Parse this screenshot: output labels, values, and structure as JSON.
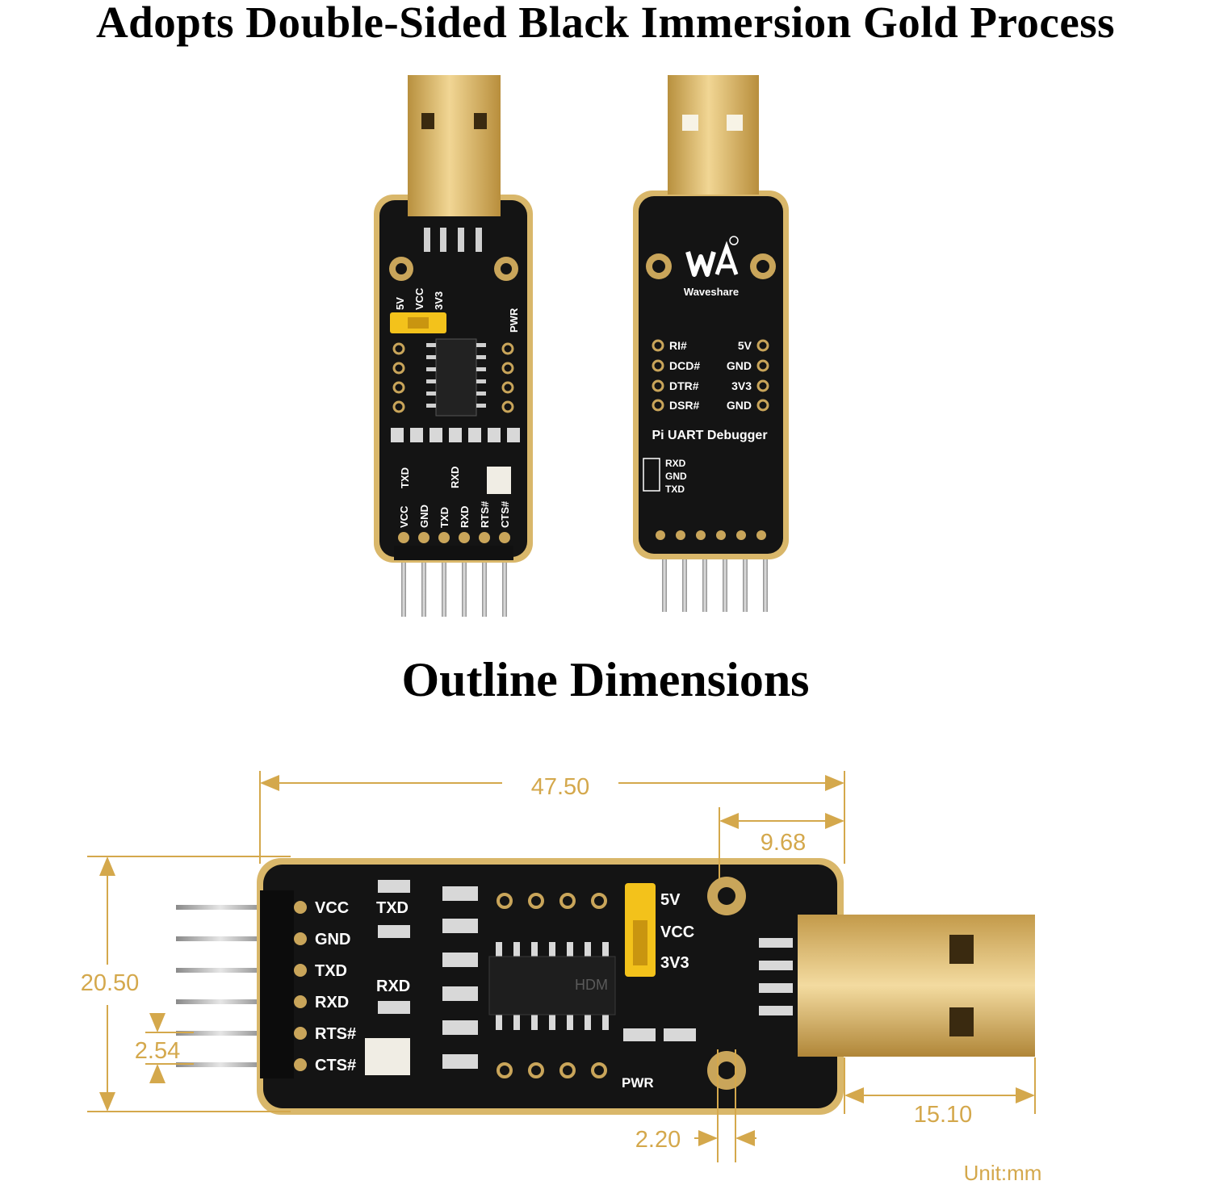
{
  "title": "Adopts Double-Sided Black Immersion Gold Process",
  "subtitle": "Outline Dimensions",
  "front_board": {
    "top_labels": [
      "5V",
      "VCC",
      "3V3"
    ],
    "pwr_label": "PWR",
    "side_labels": [
      "TXD",
      "RXD"
    ],
    "pin_labels": [
      "VCC",
      "GND",
      "TXD",
      "RXD",
      "RTS#",
      "CTS#"
    ]
  },
  "back_board": {
    "brand": "Waveshare",
    "left_pins": [
      "RI#",
      "DCD#",
      "DTR#",
      "DSR#"
    ],
    "right_pins": [
      "5V",
      "GND",
      "3V3",
      "GND"
    ],
    "product_name": "Pi UART Debugger",
    "uart_labels": [
      "RXD",
      "GND",
      "TXD"
    ]
  },
  "dimension_board": {
    "pin_labels": [
      "VCC",
      "GND",
      "TXD",
      "RXD",
      "RTS#",
      "CTS#"
    ],
    "side_labels": [
      "TXD",
      "RXD"
    ],
    "jumper_labels": [
      "5V",
      "VCC",
      "3V3"
    ],
    "pwr_label": "PWR",
    "chip_text": "HDM"
  },
  "dimensions": {
    "total_length": "47.50",
    "usb_offset": "9.68",
    "width": "20.50",
    "pin_pitch": "2.54",
    "hole_diameter": "2.20",
    "usb_length": "15.10",
    "unit": "Unit:mm"
  },
  "colors": {
    "board": "#141414",
    "gold": "#d9b76a",
    "dimension": "#d4a84c",
    "jumper": "#f3c21b"
  }
}
